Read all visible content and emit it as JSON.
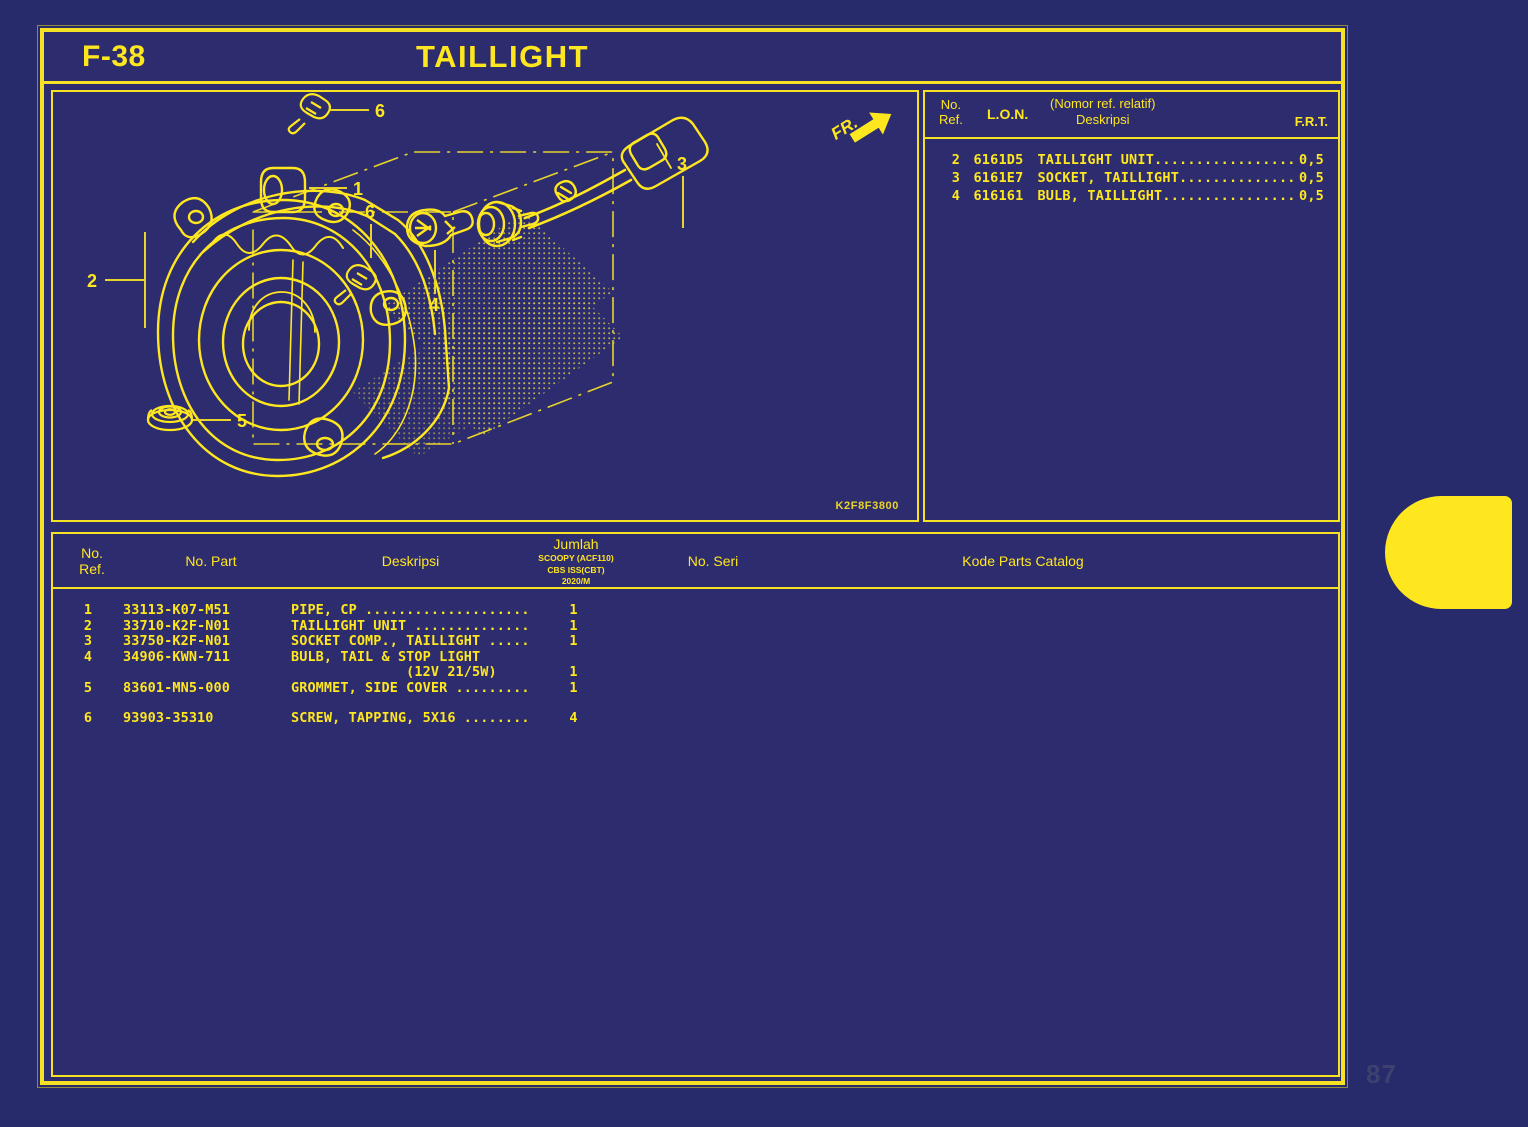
{
  "sheet": {
    "code": "F-38",
    "title": "TAILLIGHT",
    "drawing_code": "K2F8F3800",
    "page_number": "87",
    "front_marker": "FR.",
    "accent_color": "#ffe71f",
    "background_color": "#2c2c6e"
  },
  "lon_table": {
    "headers": {
      "no_ref": "No.\nRef.",
      "no_ref_line1": "No.",
      "no_ref_line2": "Ref.",
      "lon": "L.O.N.",
      "desc_top": "(Nomor ref. relatif)",
      "desc_bottom": "Deskripsi",
      "frt": "F.R.T."
    },
    "rows": [
      {
        "ref": "2",
        "lon": "6161D5",
        "desc": "TAILLIGHT UNIT.................",
        "frt": "0,5"
      },
      {
        "ref": "3",
        "lon": "6161E7",
        "desc": "SOCKET, TAILLIGHT..............",
        "frt": "0,5"
      },
      {
        "ref": "4",
        "lon": "616161",
        "desc": "BULB, TAILLIGHT................",
        "frt": "0,5"
      }
    ]
  },
  "parts_table": {
    "headers": {
      "no_ref_line1": "No.",
      "no_ref_line2": "Ref.",
      "no_part": "No. Part",
      "deskripsi": "Deskripsi",
      "jumlah": "Jumlah",
      "jumlah_sub1": "SCOOPY (ACF110)",
      "jumlah_sub2": "CBS ISS(CBT)",
      "jumlah_sub3": "2020/M",
      "no_seri": "No. Seri",
      "kode_parts_catalog": "Kode Parts Catalog"
    },
    "rows": [
      {
        "ref": "1",
        "part": "33113-K07-M51",
        "desc": "PIPE, CP ....................",
        "qty": "1"
      },
      {
        "ref": "2",
        "part": "33710-K2F-N01",
        "desc": "TAILLIGHT UNIT ..............",
        "qty": "1"
      },
      {
        "ref": "3",
        "part": "33750-K2F-N01",
        "desc": "SOCKET COMP., TAILLIGHT .....",
        "qty": "1"
      },
      {
        "ref": "4",
        "part": "34906-KWN-711",
        "desc": "BULB, TAIL & STOP LIGHT",
        "qty": ""
      },
      {
        "ref": "",
        "part": "",
        "desc": "              (12V 21/5W)",
        "qty": "1"
      },
      {
        "ref": "5",
        "part": "83601-MN5-000",
        "desc": "GROMMET, SIDE COVER .........",
        "qty": "1"
      },
      {
        "ref": "",
        "part": "",
        "desc": "",
        "qty": "",
        "spacer": true
      },
      {
        "ref": "6",
        "part": "93903-35310",
        "desc": "SCREW, TAPPING, 5X16 ........",
        "qty": "4"
      }
    ]
  },
  "diagram": {
    "callouts": [
      {
        "id": "c1",
        "label": "1"
      },
      {
        "id": "c2",
        "label": "2"
      },
      {
        "id": "c3",
        "label": "3"
      },
      {
        "id": "c4",
        "label": "4"
      },
      {
        "id": "c5",
        "label": "5"
      },
      {
        "id": "c6a",
        "label": "6"
      },
      {
        "id": "c6b",
        "label": "6"
      }
    ]
  }
}
